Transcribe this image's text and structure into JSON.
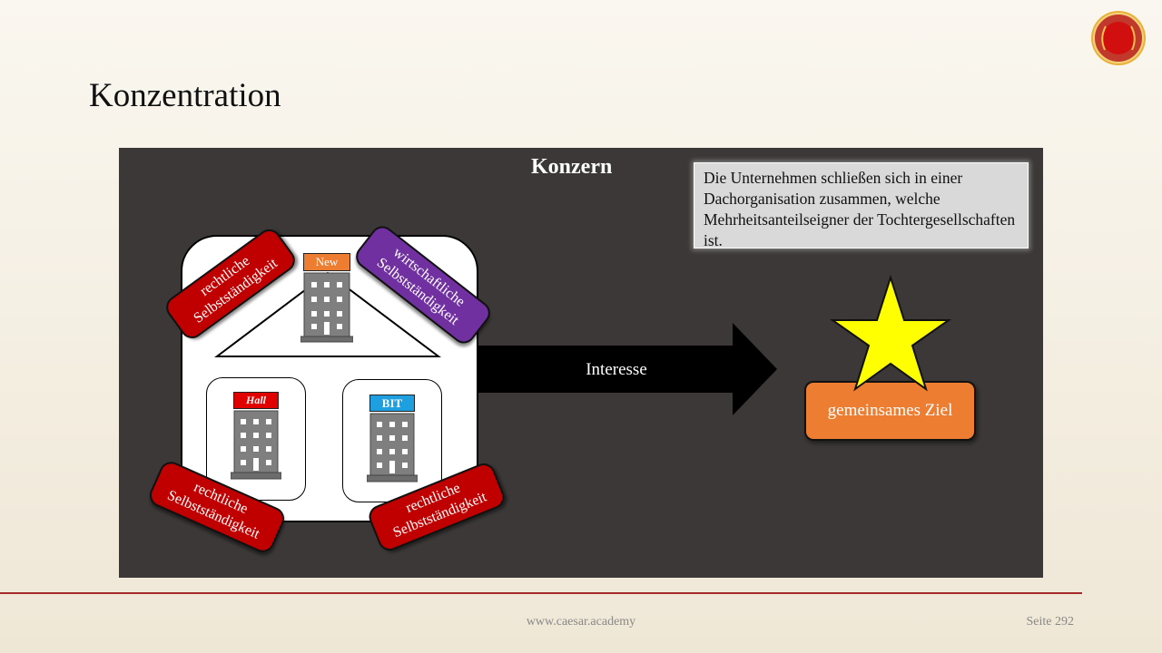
{
  "slide": {
    "title": "Konzentration"
  },
  "diagram": {
    "heading": "Konzern",
    "info_text": "Die Unternehmen schließen sich in einer Dachorganisation zusammen, welche Mehrheitsanteilseigner der Tochtergesellschaften ist.",
    "top_company_label": "New",
    "left_company_label": "Hall",
    "right_company_label": "BIT",
    "badge_top_left": "rechtliche Selbstständigkeit",
    "badge_top_right": "wirtschaftliche Selbstständigkeit",
    "badge_bottom_left": "rechtliche Selbstständigkeit",
    "badge_bottom_right": "rechtliche Selbstständigkeit",
    "arrow_label": "Interesse",
    "goal_label": "gemeinsames Ziel",
    "colors": {
      "canvas": "#3b3837",
      "badge_red": "#c00000",
      "badge_purple": "#7030a0",
      "goal": "#ed7d31",
      "star": "#ffff00",
      "label_new": "#ed7d31",
      "label_hall": "#e00000",
      "label_bit": "#1ea0e0"
    }
  },
  "footer": {
    "url": "www.caesar.academy",
    "page": "Seite 292"
  }
}
